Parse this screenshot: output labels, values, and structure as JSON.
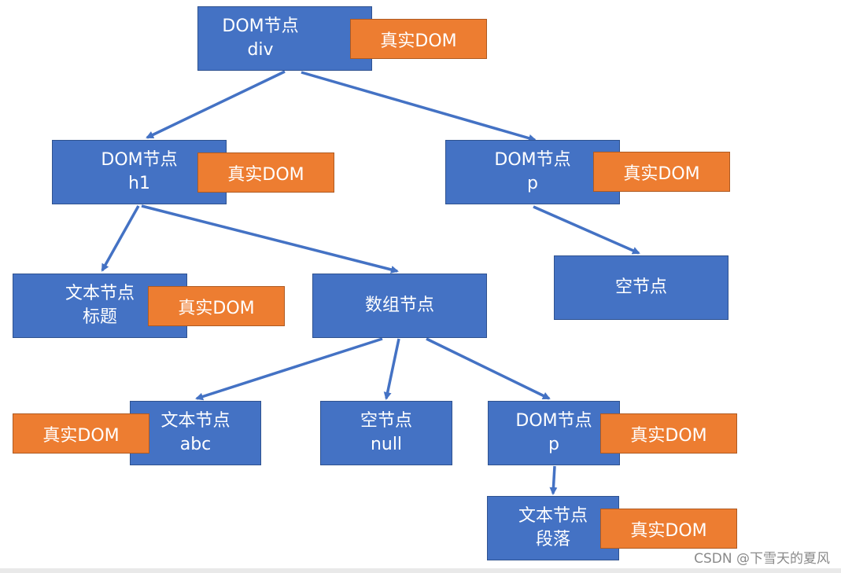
{
  "colors": {
    "node": "#4472c4",
    "tag": "#ed7d31",
    "edge": "#4472c4",
    "text": "#ffffff"
  },
  "nodes": {
    "div": {
      "line1": "DOM节点",
      "line2": "div"
    },
    "h1": {
      "line1": "DOM节点",
      "line2": "h1"
    },
    "p_top": {
      "line1": "DOM节点",
      "line2": "p"
    },
    "text_title": {
      "line1": "文本节点",
      "line2": "标题"
    },
    "array": {
      "line1": "数组节点"
    },
    "empty_top": {
      "line1": "空节点"
    },
    "text_abc": {
      "line1": "文本节点",
      "line2": "abc"
    },
    "empty_null": {
      "line1": "空节点",
      "line2": "null"
    },
    "p_bottom": {
      "line1": "DOM节点",
      "line2": "p"
    },
    "text_para": {
      "line1": "文本节点",
      "line2": "段落"
    }
  },
  "tags": {
    "div": "真实DOM",
    "h1": "真实DOM",
    "p_top": "真实DOM",
    "text_title": "真实DOM",
    "text_abc": "真实DOM",
    "p_bottom": "真实DOM",
    "text_para": "真实DOM"
  },
  "watermark": "CSDN @下雪天的夏风"
}
